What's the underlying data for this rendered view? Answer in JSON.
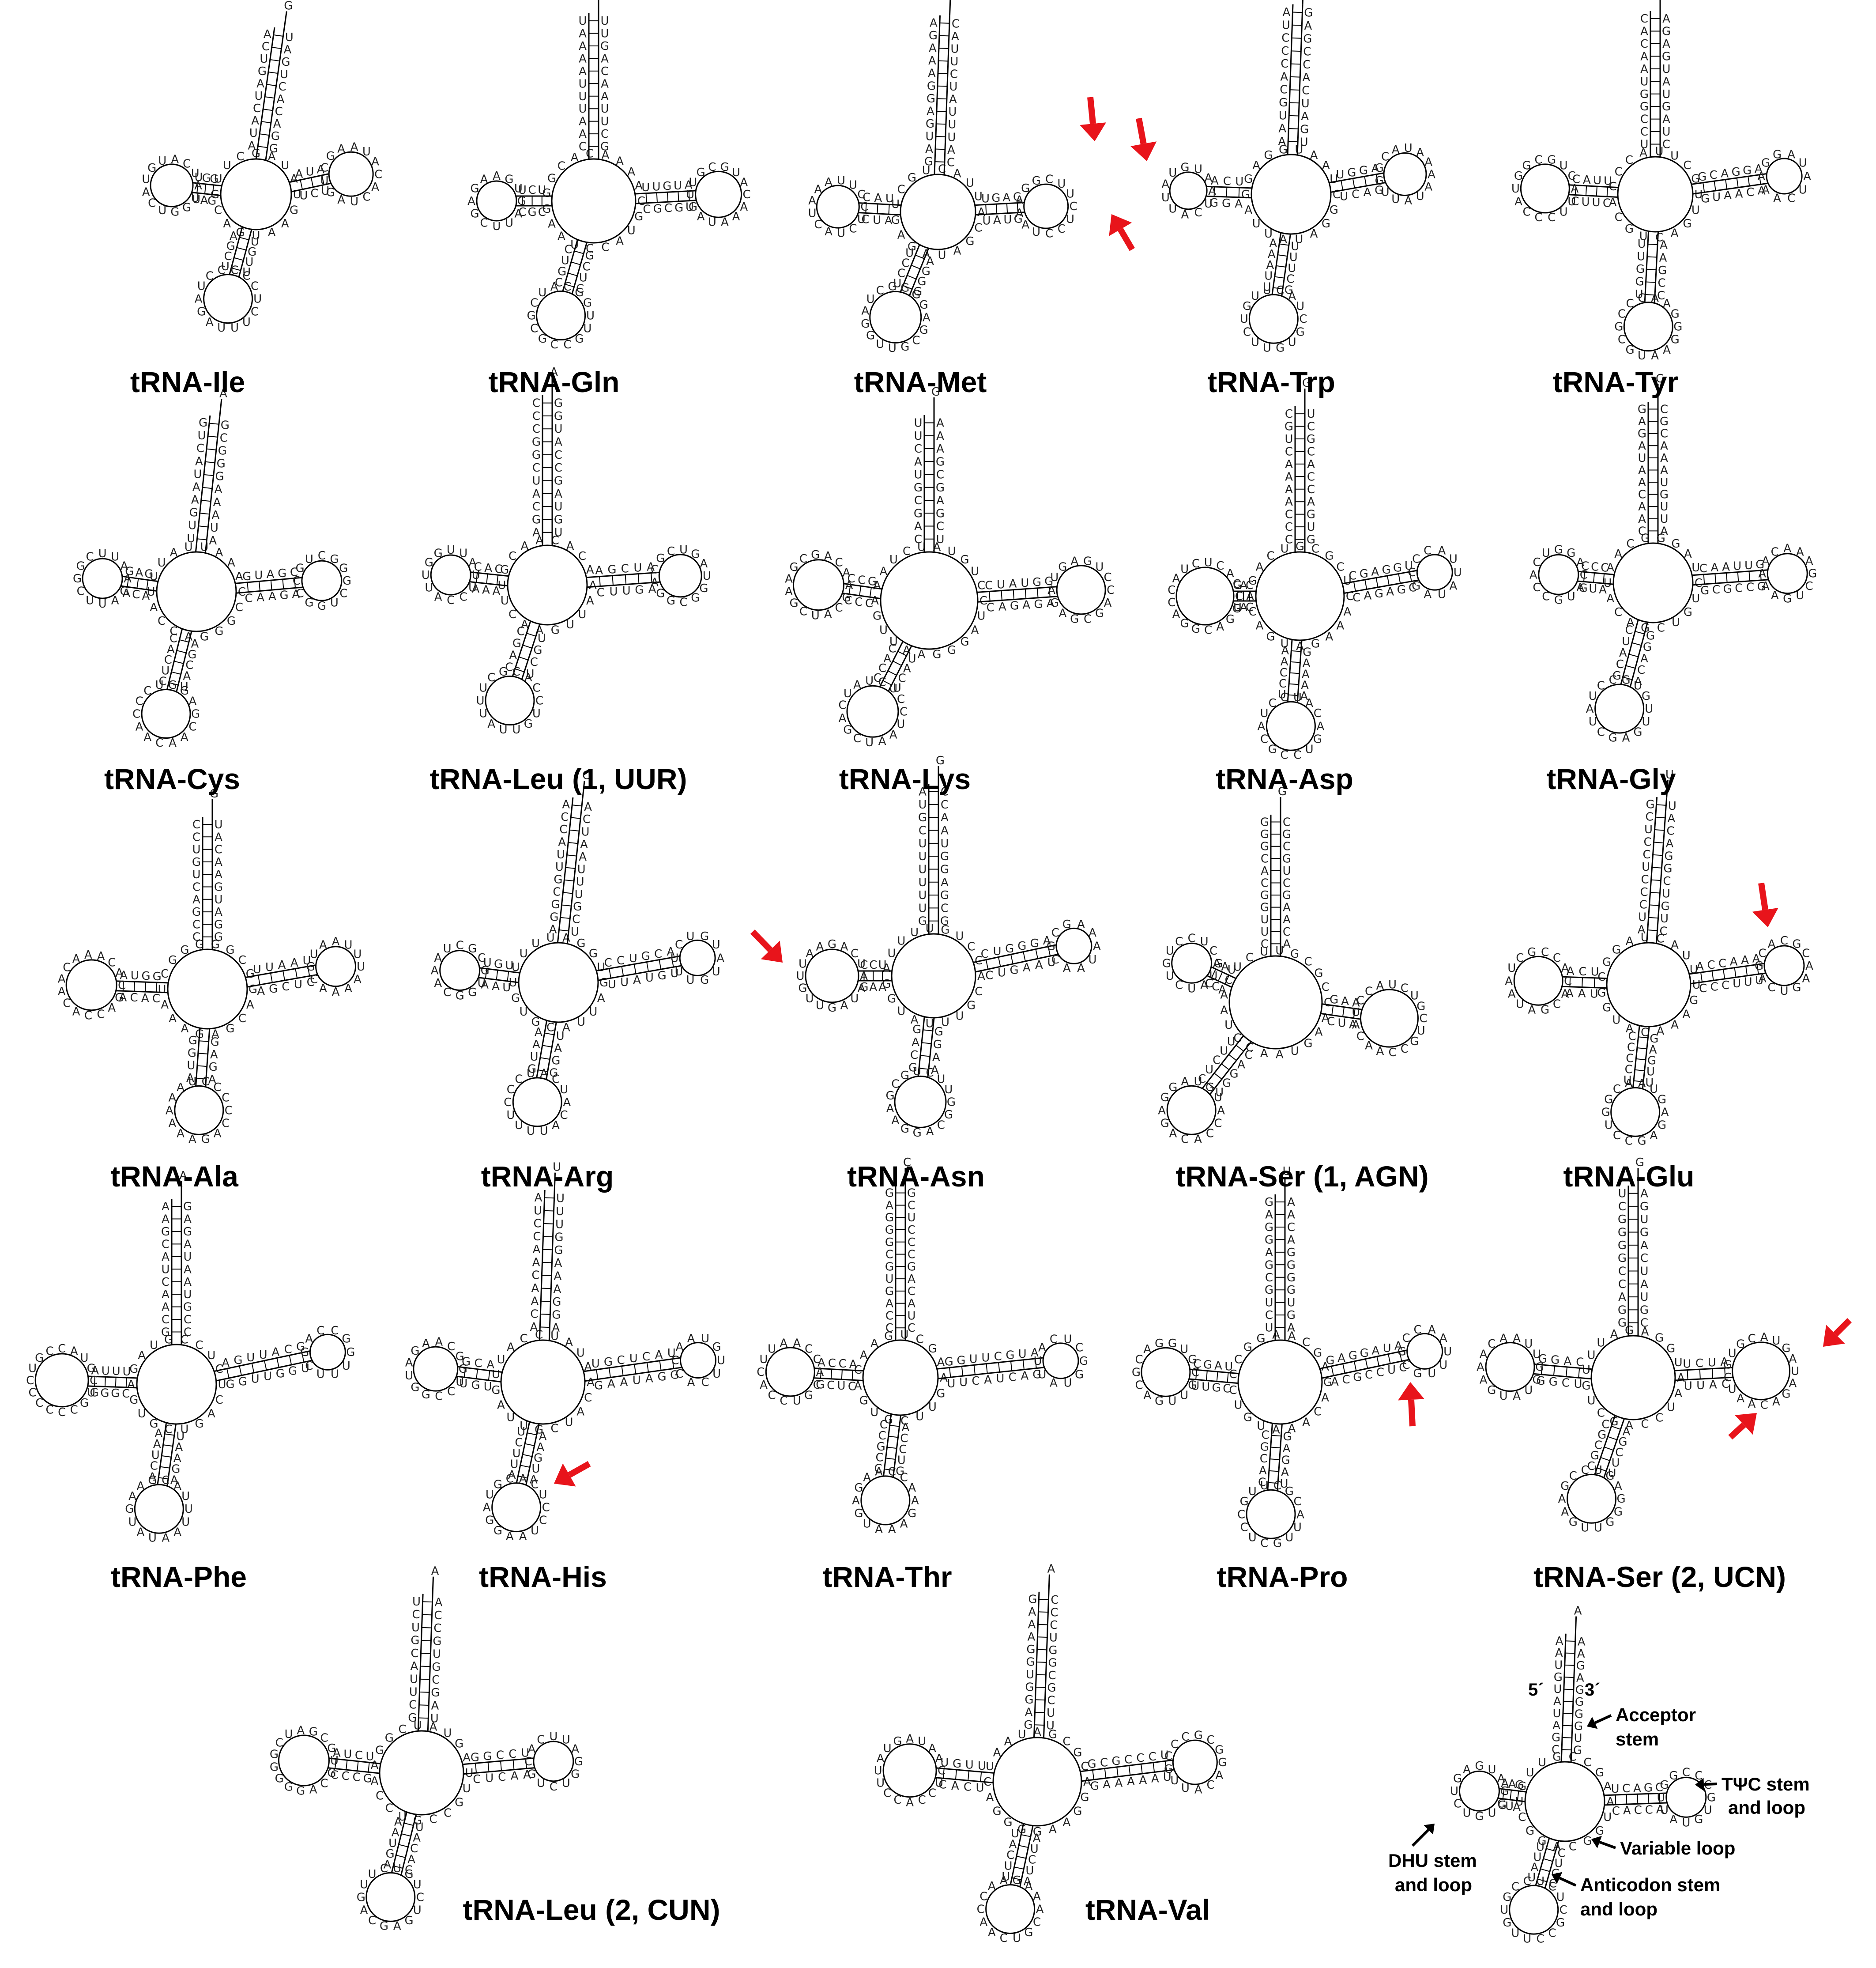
{
  "structures": [
    {
      "id": "ile",
      "label": "tRNA-Ile"
    },
    {
      "id": "gln",
      "label": "tRNA-Gln"
    },
    {
      "id": "met",
      "label": "tRNA-Met"
    },
    {
      "id": "trp",
      "label": "tRNA-Trp"
    },
    {
      "id": "tyr",
      "label": "tRNA-Tyr"
    },
    {
      "id": "cys",
      "label": "tRNA-Cys"
    },
    {
      "id": "leu1",
      "label": "tRNA-Leu (1, UUR)"
    },
    {
      "id": "lys",
      "label": "tRNA-Lys"
    },
    {
      "id": "asp",
      "label": "tRNA-Asp"
    },
    {
      "id": "gly",
      "label": "tRNA-Gly"
    },
    {
      "id": "ala",
      "label": "tRNA-Ala"
    },
    {
      "id": "arg",
      "label": "tRNA-Arg"
    },
    {
      "id": "asn",
      "label": "tRNA-Asn"
    },
    {
      "id": "ser1",
      "label": "tRNA-Ser (1, AGN)"
    },
    {
      "id": "glu",
      "label": "tRNA-Glu"
    },
    {
      "id": "phe",
      "label": "tRNA-Phe"
    },
    {
      "id": "his",
      "label": "tRNA-His"
    },
    {
      "id": "thr",
      "label": "tRNA-Thr"
    },
    {
      "id": "pro",
      "label": "tRNA-Pro"
    },
    {
      "id": "ser2",
      "label": "tRNA-Ser (2, UCN)"
    },
    {
      "id": "leu2",
      "label": "tRNA-Leu (2, CUN)"
    },
    {
      "id": "val",
      "label": "tRNA-Val"
    }
  ],
  "legend": {
    "five_prime": "5´",
    "three_prime": "3´",
    "acceptor": [
      "Acceptor",
      "stem"
    ],
    "tpsic": [
      "TΨC stem",
      "and loop"
    ],
    "variable": [
      "Variable loop"
    ],
    "anticodon": [
      "Anticodon stem",
      "and loop"
    ],
    "dhu": [
      "DHU stem",
      "and loop"
    ]
  },
  "colors": {
    "structure": "#000000",
    "arrow_highlight": "#e8141b",
    "legend_arrow": "#000000"
  }
}
